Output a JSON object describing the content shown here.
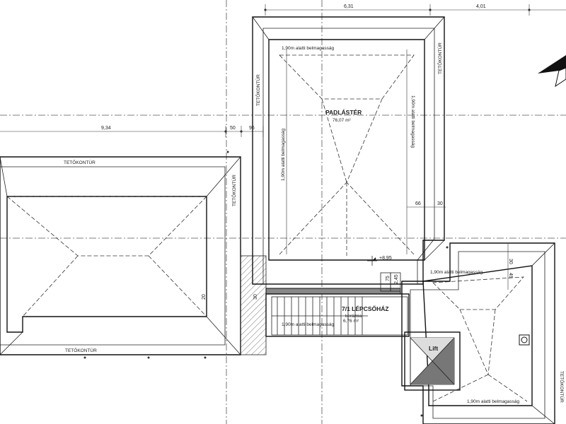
{
  "dimensions": {
    "top_left": "6,31",
    "top_right": "4,01",
    "left_long": "9,34",
    "left_mid": "50",
    "left_small": "96",
    "attic_inner_left": "66",
    "attic_inner_right": "30",
    "lower_right_a": "30",
    "lower_right_b": "49",
    "stair_a": "75",
    "stair_b": "2,45",
    "left_wall_a": "20",
    "left_wall_b": "30"
  },
  "labels": {
    "roof_outline": "TETŐKONTÚR",
    "height_limit": "1,90m alatti belmagasság",
    "attic_title": "PADLÁSTÉR",
    "attic_area": "76,07 m²",
    "stair_title": "7/1 LÉPCSŐHÁZ",
    "stair_sub": "kerámia",
    "stair_area": "6,76 m²",
    "level_mark": "+8,95",
    "lift": "Lift"
  }
}
